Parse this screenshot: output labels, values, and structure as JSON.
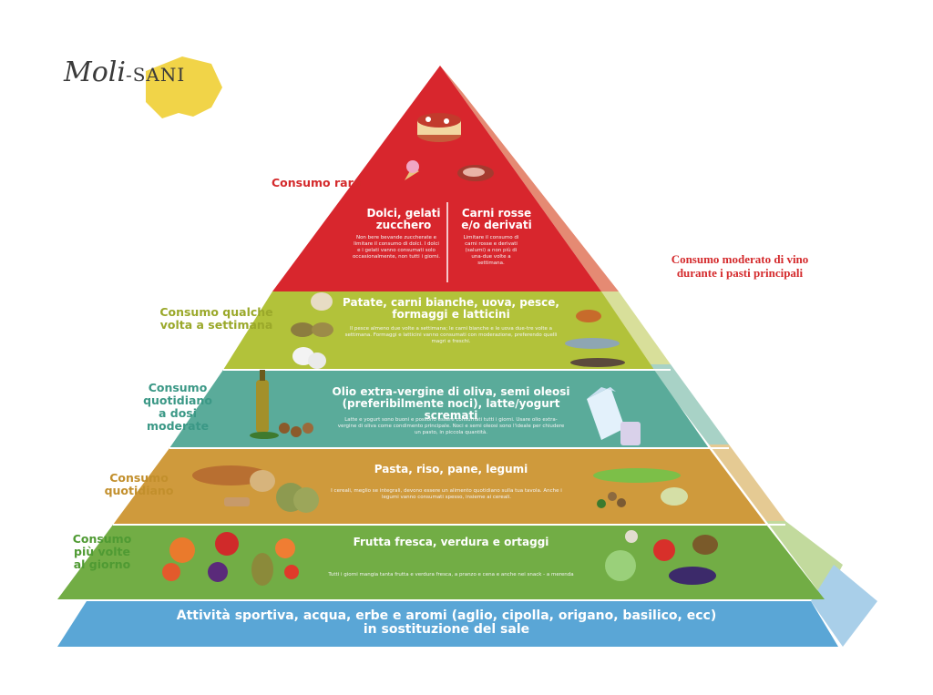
{
  "logo": {
    "brand_a": "Moli",
    "brand_b": "-SANI"
  },
  "tiers": {
    "top": {
      "frequency": "Consumo raro",
      "left_title": "Dolci, gelati\nzucchero",
      "left_desc": "Non bere bevande zuccherate e limitare il consumo di dolci. I dolci e i gelati vanno consumati solo occasionalmente, non tutti i giorni.",
      "right_title": "Carni rosse\ne/o derivati",
      "right_desc": "Limitare il consumo di carni rosse e derivati (salumi) a non più di una-due volte a settimana."
    },
    "weekly": {
      "frequency": "Consumo qualche\nvolta a settimana",
      "title": "Patate, carni bianche, uova, pesce,\nformaggi e latticini",
      "desc": "Il pesce almeno due volte a settimana; le carni bianche e le uova due-tre volte a settimana. Formaggi e latticini vanno consumati con moderazione, preferendo quelli magri e freschi."
    },
    "daily_moderate": {
      "frequency": "Consumo\nquotidiano\na dosi\nmoderate",
      "title": "Olio extra-vergine di oliva, semi oleosi\n(preferibilmente noci), latte/yogurt scremati",
      "desc": "Latte e yogurt sono buoni e possono essere consumati tutti i giorni. Usare olio extra-vergine di oliva come condimento principale. Noci e semi oleosi sono l'ideale per chiudere un pasto, in piccola quantità."
    },
    "daily": {
      "frequency": "Consumo\nquotidiano",
      "title": "Pasta, riso, pane, legumi",
      "desc": "I cereali, meglio se integrali, devono essere un alimento quotidiano sulla tua tavola. Anche i legumi vanno consumati spesso, insieme ai cereali."
    },
    "several_daily": {
      "frequency": "Consumo\npiù volte\nal giorno",
      "title": "Frutta fresca, verdura e ortaggi",
      "desc": "Tutti i giorni mangia tanta frutta e verdura fresca, a pranzo e cena e anche nei snack - a merenda"
    },
    "base": {
      "title": "Attività sportiva, acqua, erbe e aromi (aglio, cipolla, origano, basilico, ecc)\nin sostituzione del sale"
    }
  },
  "side_note": "Consumo moderato di vino\ndurante i pasti principali",
  "colors": {
    "red": "#d8262d",
    "red_side": "#e58a73",
    "olive": "#b2c23a",
    "olive_side": "#d8df9a",
    "teal": "#5aab9a",
    "teal_side": "#a8d2c6",
    "orange": "#cf9a3c",
    "orange_side": "#e5ca93",
    "green": "#72ad45",
    "green_side": "#c2da9d",
    "blue": "#5aa6d6",
    "blue_side": "#a9cfe9",
    "label_red": "#d42a2c",
    "label_olive": "#9aa82a",
    "label_teal": "#3b9886",
    "label_orange": "#c28f2c",
    "label_green": "#4f9a33"
  }
}
